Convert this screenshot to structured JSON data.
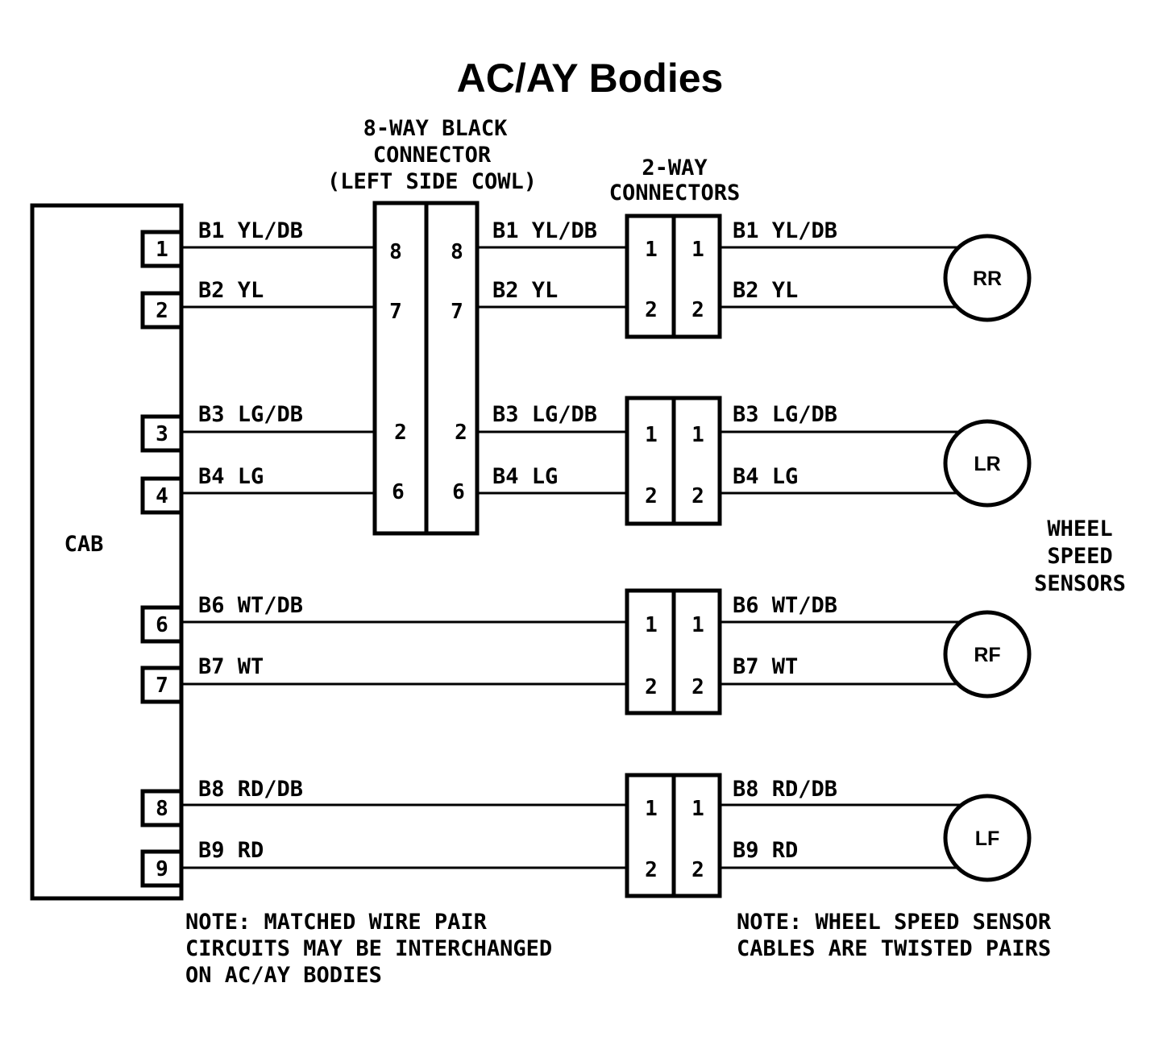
{
  "title": "AC/AY Bodies",
  "cab_label": "CAB",
  "connector8": {
    "label_lines": [
      "8-WAY BLACK",
      "CONNECTOR",
      "(LEFT SIDE COWL)"
    ]
  },
  "connector2": {
    "label_lines": [
      "2-WAY",
      "CONNECTORS"
    ]
  },
  "side_label_lines": [
    "WHEEL",
    "SPEED",
    "SENSORS"
  ],
  "wires": [
    {
      "cab_pin": "1",
      "label": "B1 YL/DB",
      "c8_pin": "8",
      "c2_pin": "1"
    },
    {
      "cab_pin": "2",
      "label": "B2 YL",
      "c8_pin": "7",
      "c2_pin": "2"
    },
    {
      "cab_pin": "3",
      "label": "B3 LG/DB",
      "c8_pin": "2",
      "c2_pin": "1"
    },
    {
      "cab_pin": "4",
      "label": "B4 LG",
      "c8_pin": "6",
      "c2_pin": "2"
    },
    {
      "cab_pin": "6",
      "label": "B6 WT/DB",
      "c8_pin": "",
      "c2_pin": "1"
    },
    {
      "cab_pin": "7",
      "label": "B7 WT",
      "c8_pin": "",
      "c2_pin": "2"
    },
    {
      "cab_pin": "8",
      "label": "B8 RD/DB",
      "c8_pin": "",
      "c2_pin": "1"
    },
    {
      "cab_pin": "9",
      "label": "B9 RD",
      "c8_pin": "",
      "c2_pin": "2"
    }
  ],
  "sensors": [
    "RR",
    "LR",
    "RF",
    "LF"
  ],
  "notes": {
    "left": [
      "NOTE: MATCHED WIRE PAIR",
      "CIRCUITS MAY BE INTERCHANGED",
      "ON AC/AY BODIES"
    ],
    "right": [
      "NOTE: WHEEL SPEED SENSOR",
      "CABLES ARE TWISTED PAIRS"
    ]
  }
}
